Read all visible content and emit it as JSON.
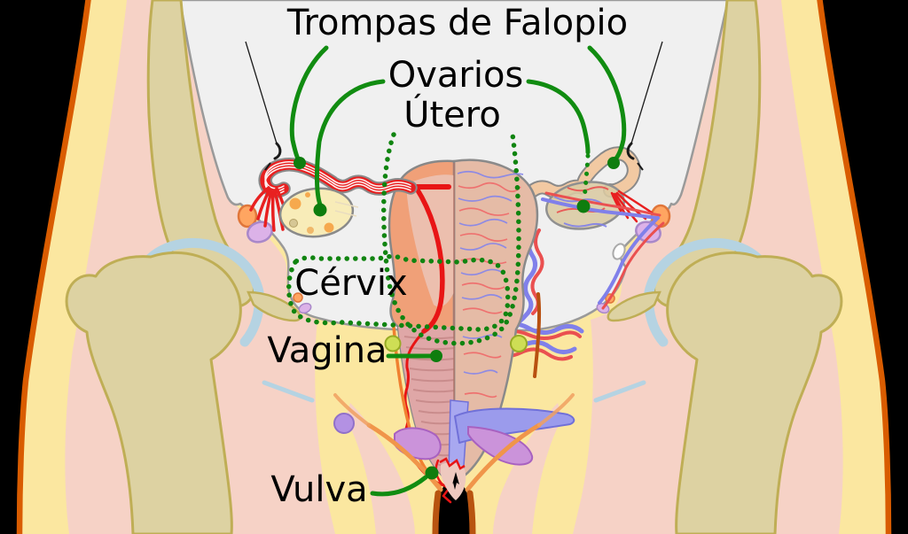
{
  "labels": {
    "fallopian_tubes": {
      "text": "Trompas de Falopio"
    },
    "ovaries": {
      "text": "Ovarios"
    },
    "uterus": {
      "text": "Útero"
    },
    "cervix": {
      "text": "Cérvix"
    },
    "vagina": {
      "text": "Vagina"
    },
    "vulva": {
      "text": "Vulva"
    }
  },
  "colors": {
    "label_text": "#000000",
    "leader_line_green": "#118c11",
    "leader_dot_green": "#0e7d0e",
    "dotted_outline_green": "#108410",
    "body_outline_orange": "#d95c00",
    "skin_yellow": "#fbe7a0",
    "flesh_pink": "#f6d2c6",
    "bone_tan": "#ddd2a2",
    "cartilage_blue": "#b5d3e2",
    "pelvic_cavity_gray": "#f0f0f0",
    "uterus_salmon": "#f0a078",
    "uterus_cavity_pink": "#ecbfae",
    "endometrium_red": "#e81515",
    "vagina_pink": "#dfa7a7",
    "tube_red": "#e82020",
    "ovary_yellow": "#f8ecb8",
    "right_tube_peach": "#f2c9a2",
    "vessel_red": "#ea5050",
    "vessel_blue": "#8080ea",
    "bladder_periwinkle": "#9b9bec",
    "gland_orchid": "#cb93da",
    "lymph_node_green": "#cede55",
    "background_black": "#000000"
  }
}
